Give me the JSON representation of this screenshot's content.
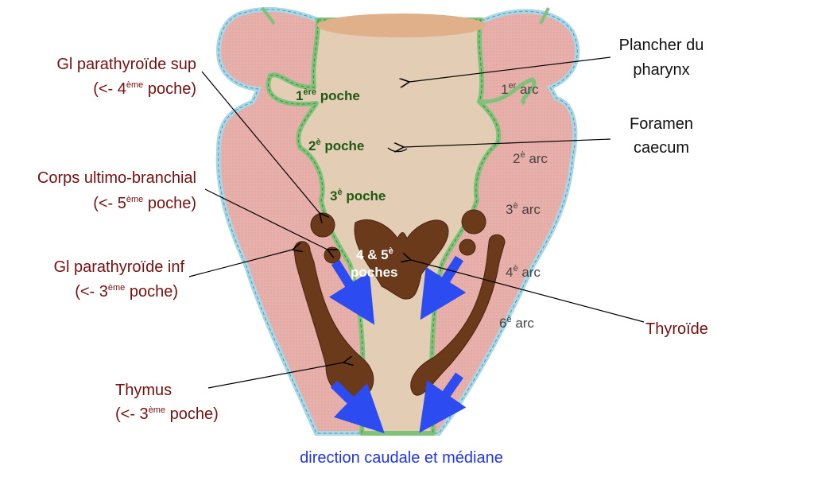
{
  "colors": {
    "outer_border": "#a9d7e6",
    "arch_fill": "#e8b0aa",
    "pharynx_fill": "#e4cdb5",
    "endoderm": "#7fc27a",
    "derivative": "#6b3a1a",
    "arrow": "#2c4bf0",
    "label": "#7a0f0f",
    "poche_label": "#1f5a12"
  },
  "left_labels": {
    "para_sup": {
      "line1": "Gl parathyroïde sup",
      "pre": "(<- 4",
      "sup": "ème",
      "post": " poche)"
    },
    "ultimo": {
      "line1": "Corps ultimo-branchial",
      "pre": "(<- 5",
      "sup": "ème",
      "post": " poche)"
    },
    "para_inf": {
      "line1": "Gl parathyroïde inf",
      "pre": "(<- 3",
      "sup": "ème",
      "post": " poche)"
    },
    "thymus": {
      "line1": "Thymus",
      "pre": "(<- 3",
      "sup": "ème",
      "post": " poche)"
    }
  },
  "right_labels": {
    "plancher": {
      "line1": "Plancher du",
      "line2": "pharynx"
    },
    "foramen": {
      "line1": "Foramen",
      "line2": "caecum"
    },
    "thyroide": "Thyroïde"
  },
  "poches": [
    {
      "pre": "1",
      "sup": "ère",
      "post": " poche"
    },
    {
      "pre": "2",
      "sup": "è",
      "post": " poche"
    },
    {
      "pre": "3",
      "sup": "è",
      "post": " poche"
    }
  ],
  "poches_45": {
    "pre": "4 & 5",
    "sup": "è",
    "line2": "poches"
  },
  "arcs": [
    {
      "pre": "1",
      "sup": "er",
      "post": " arc"
    },
    {
      "pre": "2",
      "sup": "è",
      "post": " arc"
    },
    {
      "pre": "3",
      "sup": "è",
      "post": " arc"
    },
    {
      "pre": "4",
      "sup": "è",
      "post": " arc"
    },
    {
      "pre": "6",
      "sup": "è",
      "post": " arc"
    }
  ],
  "caption": "direction caudale et médiane"
}
